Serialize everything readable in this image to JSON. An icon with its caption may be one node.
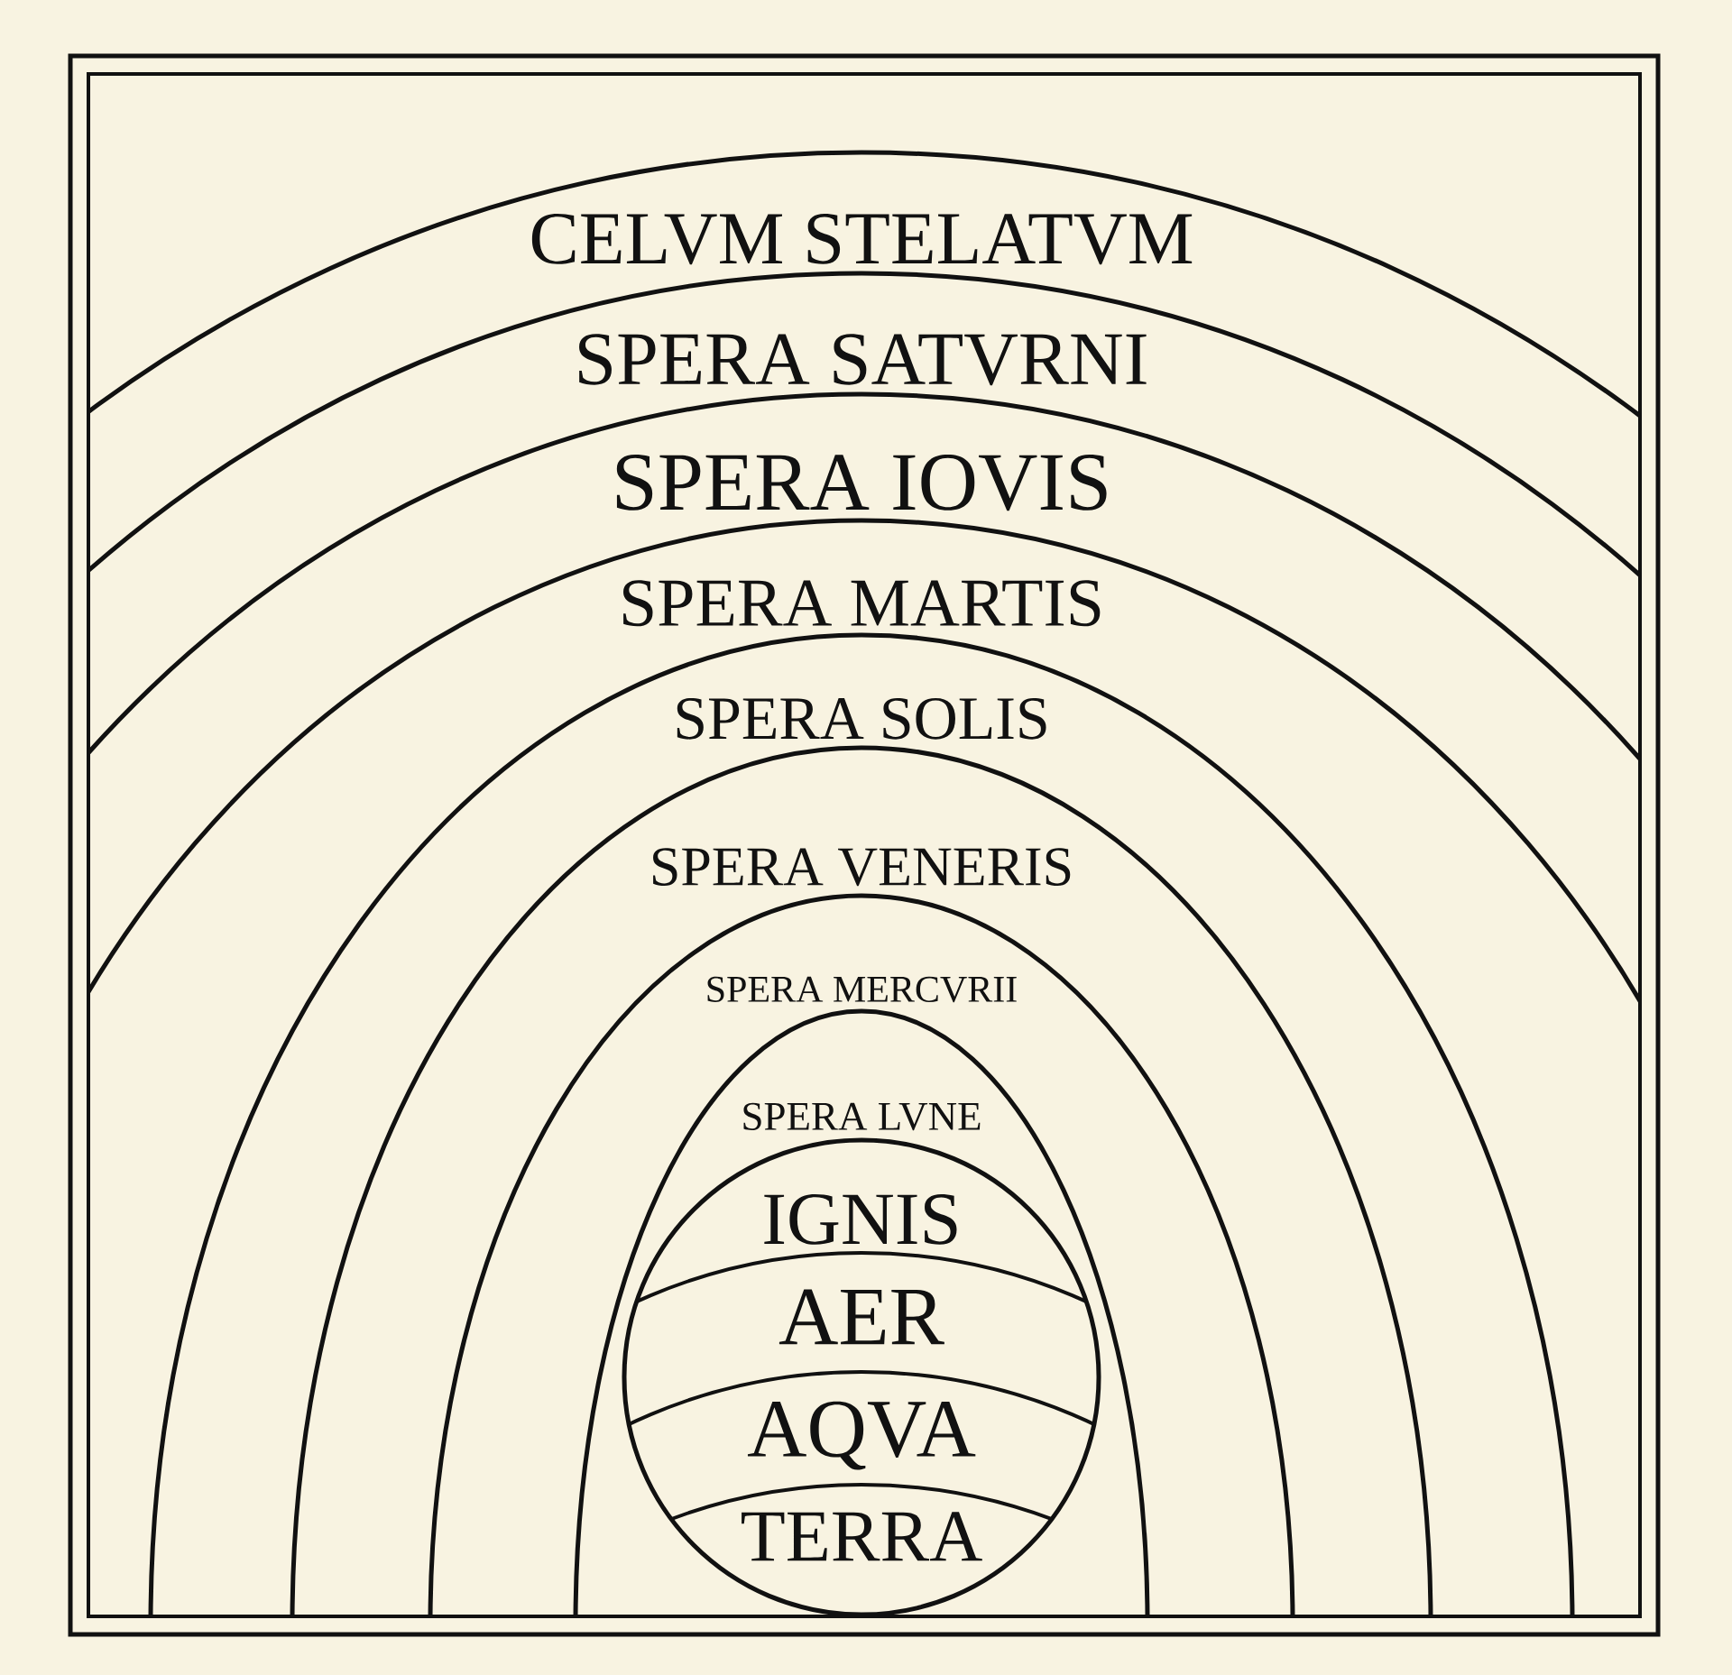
{
  "diagram": {
    "nodes": [
      {
        "text": [
          "CELVM STELATVM"
        ]
      },
      {
        "text": [
          "SPERA SATVRNI"
        ]
      },
      {
        "text": [
          "SPERA IOVIS"
        ]
      },
      {
        "text": [
          "SPERA MARTIS"
        ]
      },
      {
        "text": [
          "SPERA SOLIS"
        ]
      },
      {
        "text": [
          "SPERA VENERIS"
        ]
      },
      {
        "text": [
          "SPERA MERCVRII"
        ]
      },
      {
        "text": [
          "SPERA LVNE"
        ]
      },
      {
        "text": [
          "IGNIS"
        ]
      },
      {
        "text": [
          "AER"
        ]
      },
      {
        "text": [
          "AQVA"
        ]
      },
      {
        "text": [
          "TERRA"
        ]
      }
    ]
  }
}
